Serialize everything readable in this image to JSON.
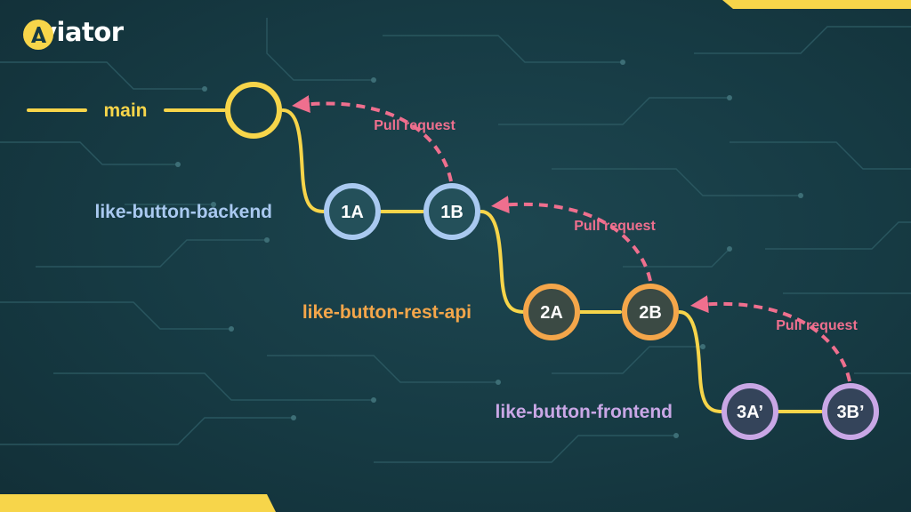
{
  "brand": {
    "name": "aviator",
    "logo_icon": "aviator-a-icon"
  },
  "colors": {
    "background": "#163a43",
    "accent_yellow": "#f7d54a",
    "main": "#f7d54a",
    "backend": "#a9c9f0",
    "rest_api": "#f4a64a",
    "frontend": "#c9a7e6",
    "pull_request": "#ef6f8e",
    "node_fill": "#24505a"
  },
  "diagram": {
    "branches": {
      "main": "main",
      "backend": "like-button-backend",
      "rest_api": "like-button-rest-api",
      "frontend": "like-button-frontend"
    },
    "commits": {
      "c1a": "1A",
      "c1b": "1B",
      "c2a": "2A",
      "c2b": "2B",
      "c3a": "3A’",
      "c3b": "3B’"
    },
    "pull_requests": {
      "pr1": "Pull request",
      "pr2": "Pull request",
      "pr3": "Pull request"
    }
  }
}
